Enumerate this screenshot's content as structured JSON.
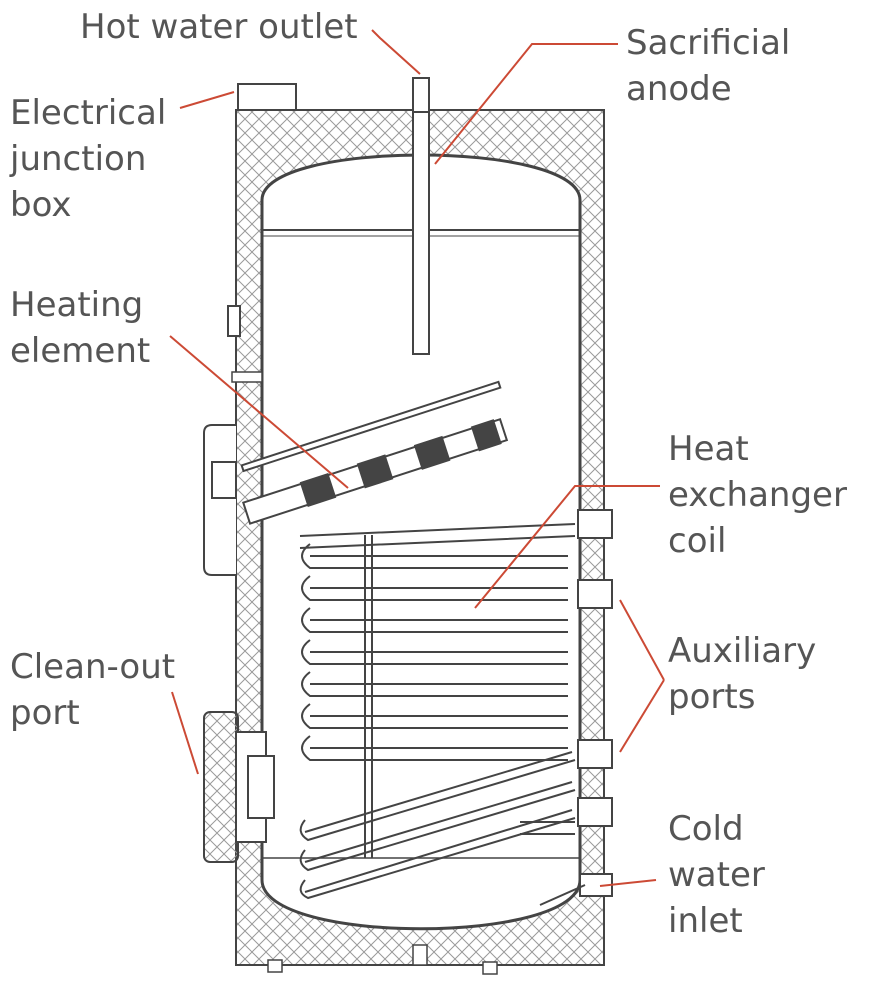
{
  "labels": {
    "hot_water_outlet": [
      "Hot water outlet"
    ],
    "sacrificial_anode": [
      "Sacrificial",
      "anode"
    ],
    "electrical_junction_box": [
      "Electrical",
      "junction",
      "box"
    ],
    "heating_element": [
      "Heating",
      "element"
    ],
    "heat_exchanger_coil": [
      "Heat",
      "exchanger",
      "coil"
    ],
    "auxiliary_ports": [
      "Auxiliary",
      "ports"
    ],
    "clean_out_port": [
      "Clean-out",
      "port"
    ],
    "cold_water_inlet": [
      "Cold",
      "water",
      "inlet"
    ]
  },
  "colors": {
    "leader": "#cc4a35",
    "outline": "#444444",
    "text": "#555555",
    "hatch": "#9a9a9a"
  }
}
